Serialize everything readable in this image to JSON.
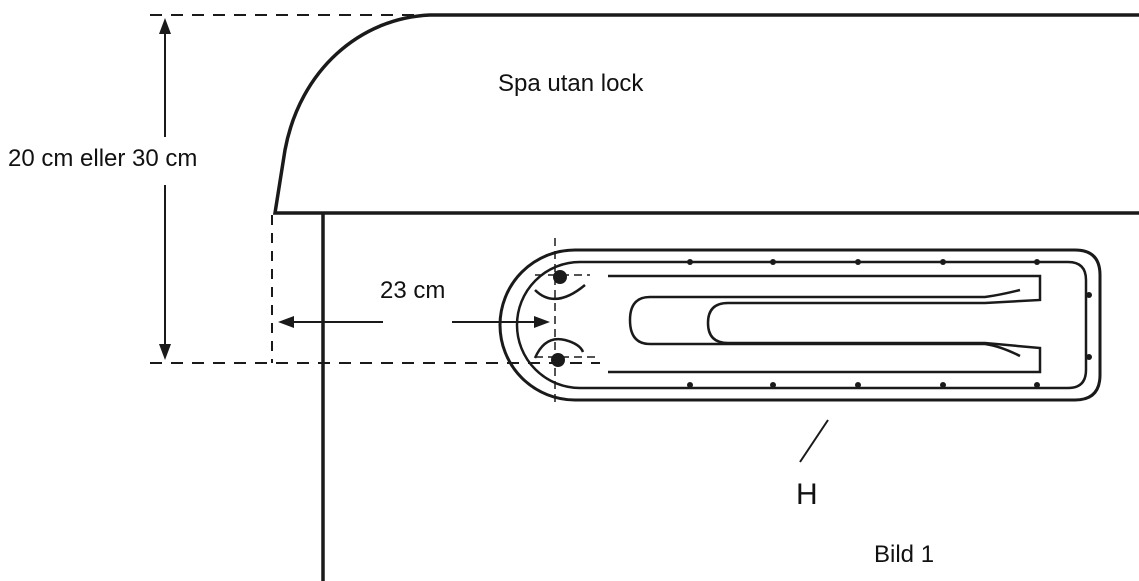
{
  "diagram": {
    "title": "Spa utan lock",
    "height_dimension": "20 cm eller 30 cm",
    "width_dimension": "23 cm",
    "part_label": "H",
    "figure_label": "Bild 1"
  },
  "colors": {
    "ink": "#1a1a1a",
    "background": "#ffffff"
  }
}
